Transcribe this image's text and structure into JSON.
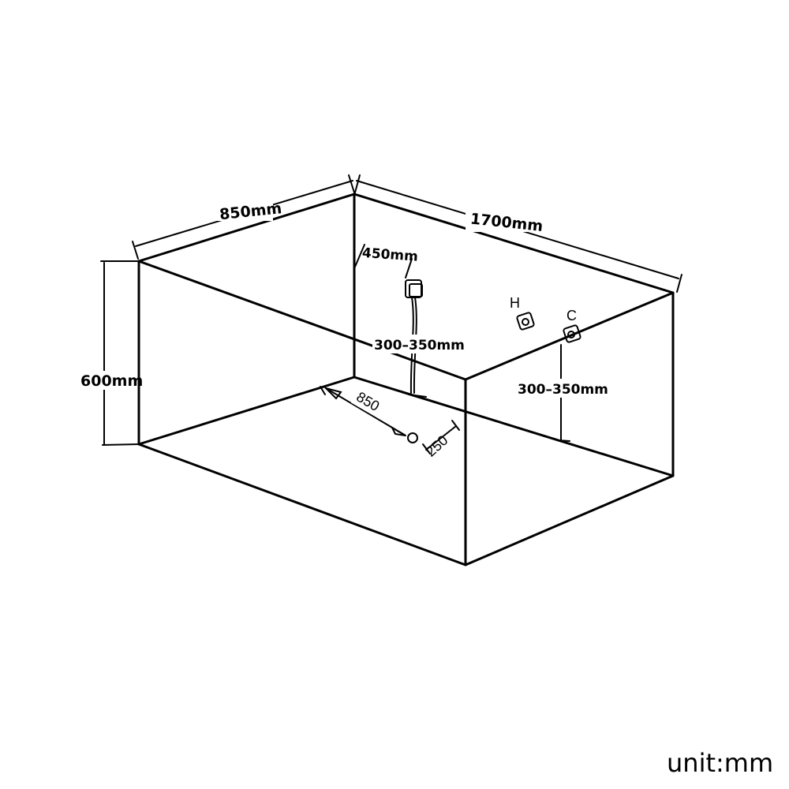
{
  "dimensions": {
    "width": "850mm",
    "length": "1700mm",
    "height": "600mm",
    "shower_offset": "450mm",
    "shower_height": "300–350mm",
    "tap_height": "300–350mm",
    "drain_distance": "850",
    "drain_offset": "250"
  },
  "taps": {
    "hot": "H",
    "cold": "C"
  },
  "unit_note": "unit:mm"
}
